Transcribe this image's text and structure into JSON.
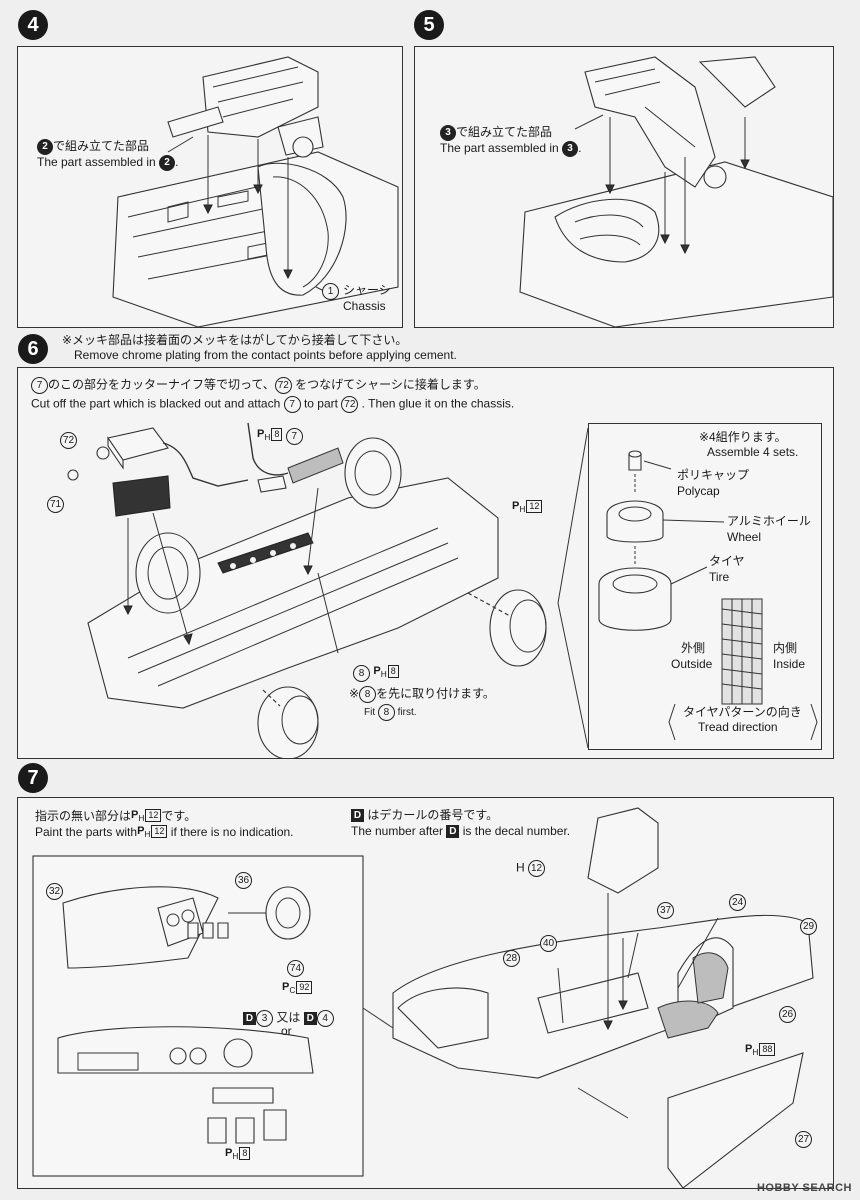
{
  "step4": {
    "number": "4",
    "jp_ref_num": "2",
    "jp_ref_text": "で組み立てた部品",
    "en_ref_text": "The part assembled in",
    "en_ref_num": "2",
    "part_num": "1",
    "part_jp": "シャーシ",
    "part_en": "Chassis"
  },
  "step5": {
    "number": "5",
    "jp_ref_num": "3",
    "jp_ref_text": "で組み立てた部品",
    "en_ref_text": "The part assembled in",
    "en_ref_num": "3"
  },
  "step6": {
    "number": "6",
    "note_jp": "※メッキ部品は接着面のメッキをはがしてから接着して下さい。",
    "note_en": "Remove chrome plating from the contact points before applying cement.",
    "instr_jp_pre": "のこの部分をカッターナイフ等で切って、",
    "instr_jp_post": "をつなげてシャーシに接着します。",
    "instr_jp_num1": "7",
    "instr_jp_num2": "72",
    "instr_en_pre": "Cut off the part which is blacked out and attach",
    "instr_en_mid": "to part",
    "instr_en_post": ". Then glue it on the chassis.",
    "instr_en_num1": "7",
    "instr_en_num2": "72",
    "label_72": "72",
    "label_71": "71",
    "label_7": "7",
    "paint_top": {
      "p": "P",
      "sub": "H",
      "code": "8"
    },
    "paint_right": {
      "p": "P",
      "sub": "H",
      "code": "12"
    },
    "label_8": "8",
    "paint_8": {
      "p": "P",
      "sub": "H",
      "code": "8"
    },
    "first_note_jp": "を先に取り付けます。",
    "first_note_prefix": "※",
    "first_note_en_pre": "Fit",
    "first_note_en_post": "first.",
    "first_num": "8",
    "inset": {
      "sets_jp": "※4組作ります。",
      "sets_en": "Assemble 4 sets.",
      "polycap_jp": "ポリキャップ",
      "polycap_en": "Polycap",
      "wheel_jp": "アルミホイール",
      "wheel_en": "Wheel",
      "tire_jp": "タイヤ",
      "tire_en": "Tire",
      "outside_jp": "外側",
      "outside_en": "Outside",
      "inside_jp": "内側",
      "inside_en": "Inside",
      "tread_jp": "タイヤパターンの向き",
      "tread_en": "Tread direction"
    }
  },
  "step7": {
    "number": "7",
    "note1_jp_pre": "指示の無い部分は",
    "note1_jp_post": "です。",
    "note1_en_pre": "Paint the parts with",
    "note1_en_post": "if there is no indication.",
    "note1_paint": {
      "p": "P",
      "sub": "H",
      "code": "12"
    },
    "note2_jp": "はデカールの番号です。",
    "note2_en_pre": "The number after",
    "note2_en_post": "is the decal number.",
    "decal_letter": "D",
    "seat_paint": "H",
    "seat_num": "12",
    "labels": {
      "p32": "32",
      "p36": "36",
      "p74": "74",
      "p28": "28",
      "p40": "40",
      "p37": "37",
      "p24": "24",
      "p29": "29",
      "p26": "26",
      "p27": "27"
    },
    "paint_74": {
      "p": "P",
      "sub": "C",
      "code": "92"
    },
    "paint_26": {
      "p": "P",
      "sub": "H",
      "code": "88"
    },
    "paint_pedals": {
      "p": "P",
      "sub": "H",
      "code": "8"
    },
    "decal_choice_a": "3",
    "decal_choice_or_jp": "又は",
    "decal_choice_b": "4",
    "decal_choice_or_en": "or"
  },
  "footer": {
    "logo": "HOBBY SEARCH"
  }
}
